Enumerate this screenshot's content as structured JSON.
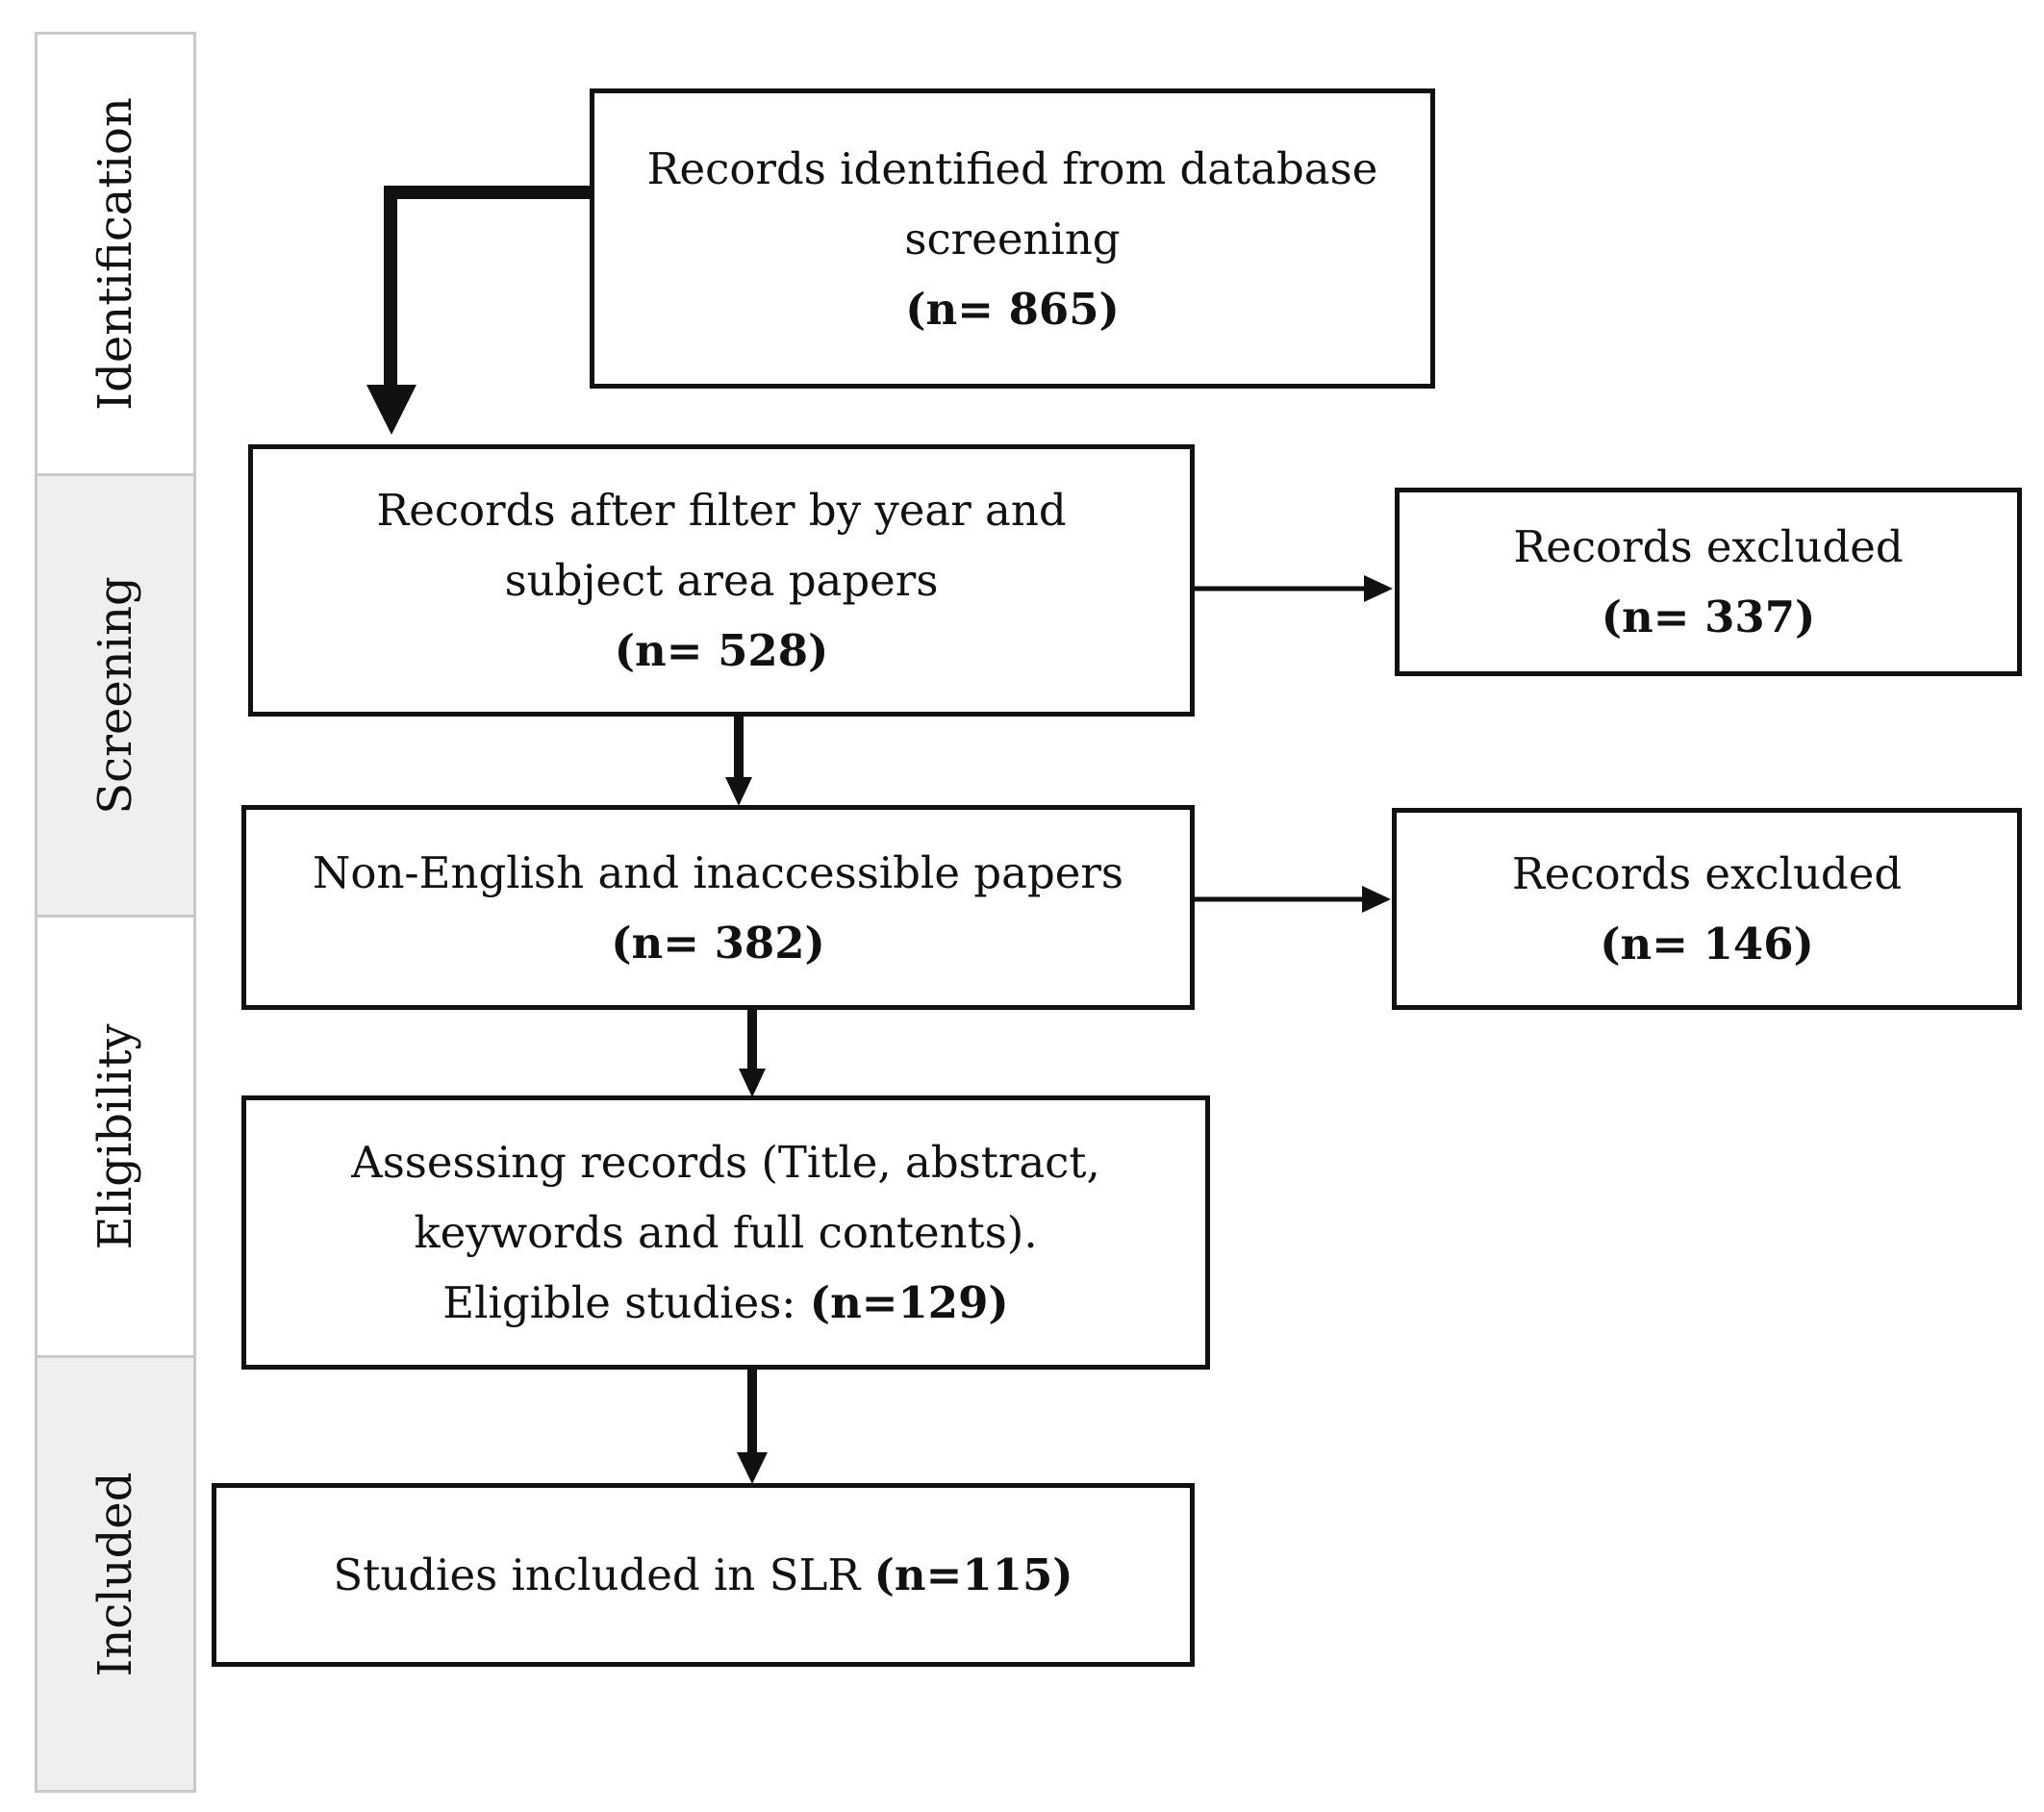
{
  "stages": [
    {
      "label": "Identification"
    },
    {
      "label": "Screening"
    },
    {
      "label": "Eligibility"
    },
    {
      "label": "Included"
    }
  ],
  "boxes": {
    "identified": {
      "line1": "Records identified from database",
      "line2": "screening",
      "count": "(n= 865)"
    },
    "filtered": {
      "line1": "Records after filter by year and",
      "line2": "subject area papers",
      "count": "(n= 528)"
    },
    "excluded1": {
      "line1": "Records excluded",
      "count": "(n= 337)"
    },
    "non_english": {
      "line1": "Non-English and inaccessible papers",
      "count": "(n= 382)"
    },
    "excluded2": {
      "line1": "Records excluded",
      "count": "(n= 146)"
    },
    "assessing": {
      "line1": "Assessing records (Title, abstract,",
      "line2": "keywords and full contents).",
      "line3_prefix": "Eligible studies: ",
      "count": "(n=129)"
    },
    "included": {
      "line1_prefix": "Studies included in SLR ",
      "count": "(n=115)"
    }
  }
}
